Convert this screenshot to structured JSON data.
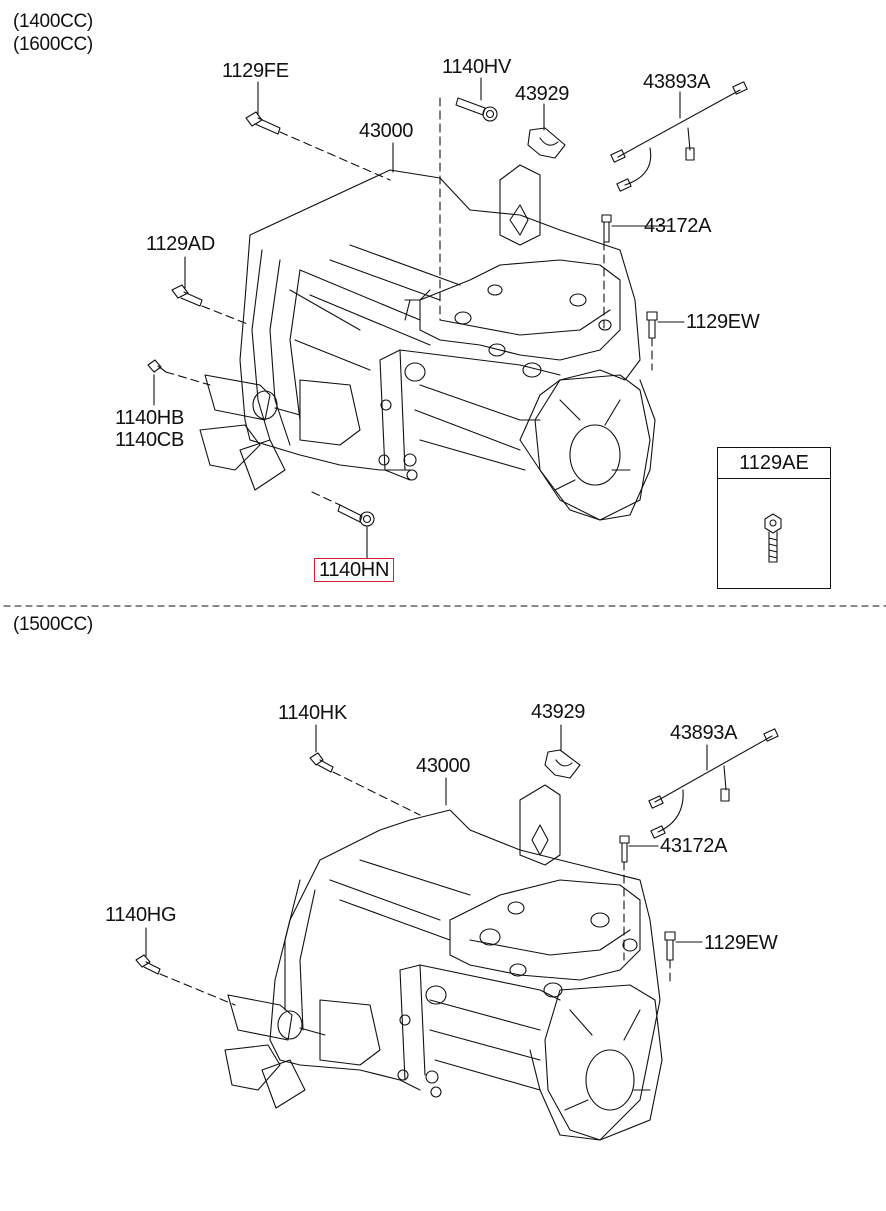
{
  "sections": [
    {
      "variants": [
        "(1400CC)",
        "(1600CC)"
      ],
      "parts": {
        "transaxle": "43000",
        "bolt_top_left": "1129FE",
        "bolt_top": "1140HV",
        "bracket_clip": "43929",
        "wiring_harness": "43893A",
        "sensor_bolt": "43172A",
        "bolt_left": "1129AD",
        "bolt_right": "1129EW",
        "bolt_lower_left_a": "1140HB",
        "bolt_lower_left_b": "1140CB",
        "bolt_bottom": "1140HN"
      },
      "highlighted_part": "1140HN",
      "inset": {
        "label": "1129AE"
      }
    },
    {
      "variants": [
        "(1500CC)"
      ],
      "parts": {
        "transaxle": "43000",
        "bolt_top_left": "1140HK",
        "bracket_clip": "43929",
        "wiring_harness": "43893A",
        "sensor_bolt": "43172A",
        "bolt_left": "1140HG",
        "bolt_right": "1129EW"
      }
    }
  ],
  "colors": {
    "line": "#111111",
    "highlight": "#d02030",
    "background": "#ffffff"
  }
}
